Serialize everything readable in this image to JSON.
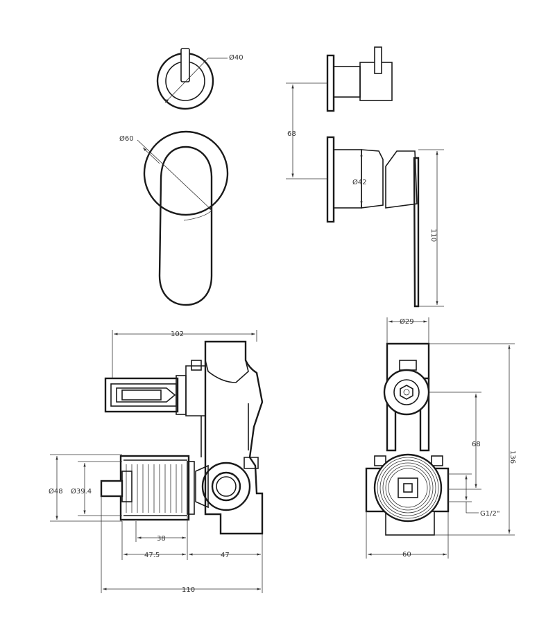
{
  "colors": {
    "line": "#1a1a1a",
    "dim": "#333333",
    "background": "#ffffff"
  },
  "dimensions": {
    "handle_front_dia": "Ø40",
    "plate_front_dia": "Ø60",
    "side_offset": "68",
    "side_shroud_dia": "Ø42",
    "side_lever_length": "110",
    "body_top_width": "102",
    "body_cart_dia_outer": "Ø48",
    "body_cart_dia_inner": "Ø39.4",
    "body_depth_38": "38",
    "body_depth_47_5": "47.5",
    "body_depth_47": "47",
    "body_total_width": "110",
    "rear_top_dia": "Ø29",
    "rear_height": "136",
    "rear_offset": "68",
    "rear_thread": "G1/2\"",
    "rear_width": "60"
  }
}
